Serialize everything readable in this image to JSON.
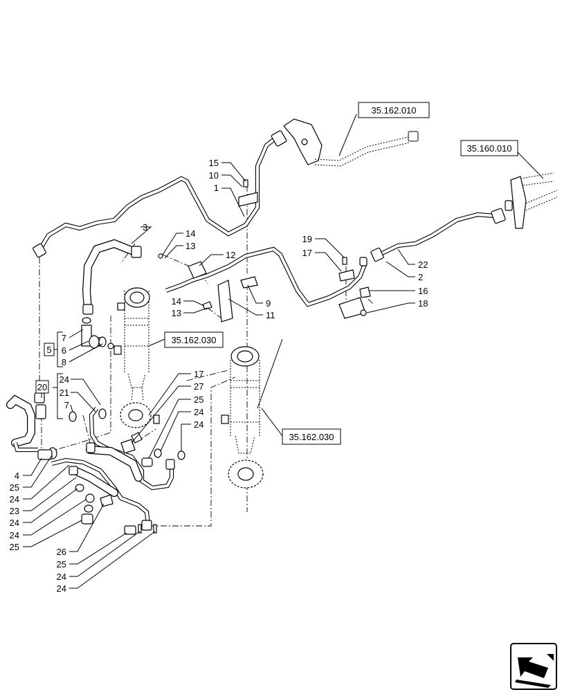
{
  "references": {
    "r_35_162_010": "35.162.010",
    "r_35_160_010": "35.160.010",
    "r_35_162_030_a": "35.162.030",
    "r_35_162_030_b": "35.162.030"
  },
  "group_boxes": {
    "g5": "5",
    "g20": "20"
  },
  "callouts": {
    "c15": "15",
    "c10": "10",
    "c1": "1",
    "c3": "3",
    "c14a": "14",
    "c13a": "13",
    "c12": "12",
    "c19": "19",
    "c17a": "17",
    "c22": "22",
    "c2": "2",
    "c9": "9",
    "c11": "11",
    "c16": "16",
    "c18": "18",
    "c14b": "14",
    "c13b": "13",
    "c7a": "7",
    "c6": "6",
    "c8": "8",
    "c24a": "24",
    "c21": "21",
    "c7b": "7",
    "c17b": "17",
    "c27": "27",
    "c25a": "25",
    "c24b": "24",
    "c24c": "24",
    "c4": "4",
    "c25b": "25",
    "c24d": "24",
    "c23": "23",
    "c24e": "24",
    "c24f": "24",
    "c25c": "25",
    "c26": "26",
    "c25d": "25",
    "c24g": "24",
    "c24h": "24"
  },
  "nav_icon": "arrow-nav-icon"
}
